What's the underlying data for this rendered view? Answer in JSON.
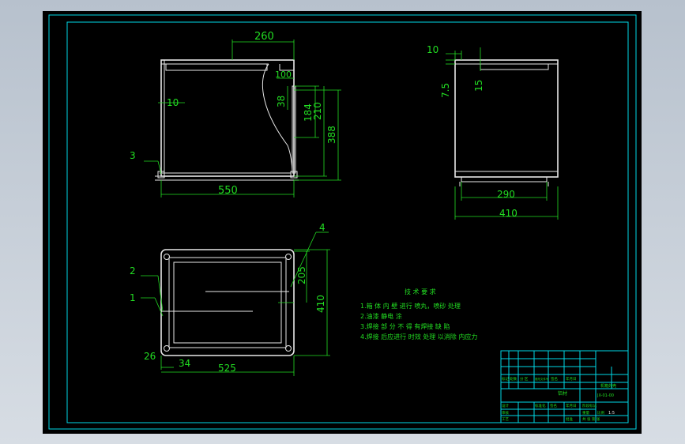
{
  "drawing": {
    "dims_front": {
      "d260": "260",
      "d100": "100",
      "d38": "38",
      "d184": "184",
      "d210": "210",
      "d388": "388",
      "d550": "550",
      "p10": "10",
      "p3": "3"
    },
    "dims_side": {
      "d10": "10",
      "d75": "7.5",
      "d15": "15",
      "d290": "290",
      "d410": "410"
    },
    "dims_top": {
      "p4": "4",
      "p2": "2",
      "p1": "1",
      "d205": "205",
      "d410": "410",
      "d26": "26",
      "d34": "34",
      "d525": "525"
    },
    "notes": {
      "title": "技 术 要 求",
      "lines": [
        "1.箱 体 内 壁 进行 喷丸，喷砂 处理",
        "2.油漆 静电 涂",
        "3.焊接 部 分 不 得 有焊接 缺 陷",
        "4.焊接 后应进行 时效 处理 以消除 内应力"
      ]
    },
    "title_block": {
      "std_cols": [
        "标记",
        "处数",
        "分 区",
        "更改文件号",
        "签名",
        "年月日"
      ],
      "roles": [
        "设计",
        "审核",
        "工艺",
        "标准化"
      ],
      "role_labels": [
        "签名",
        "年月日",
        "批准"
      ],
      "stage_cols": [
        "阶段标记",
        "重量",
        "比例"
      ],
      "scale": "1:5",
      "material": "铝材",
      "part_name": "机箱外壳",
      "drawing_no": "JX-01-00",
      "sheet_info": "共 张 第 张"
    }
  }
}
